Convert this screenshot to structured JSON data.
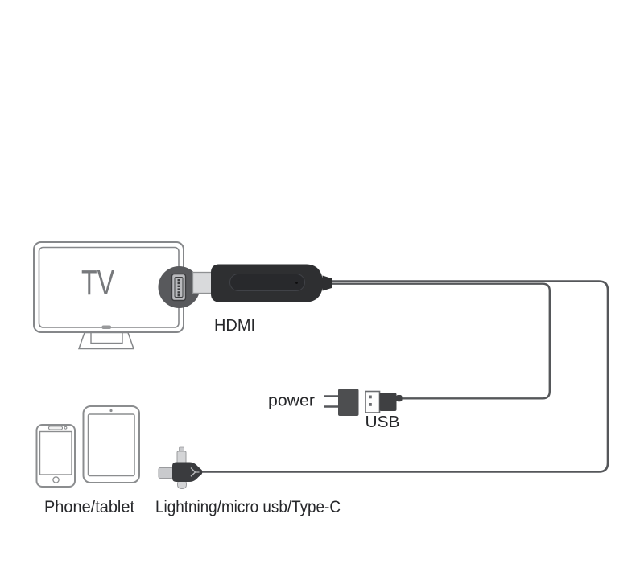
{
  "labels": {
    "tv": "TV",
    "hdmi": "HDMI",
    "power": "power",
    "usb": "USB",
    "devices": "Phone/tablet",
    "connector": "Lightning/micro usb/Type-C"
  },
  "icons": {
    "tv_icon": "television outline with stand",
    "magnifier_circle_icon": "zoom circle showing HDMI port",
    "hdmi_port_icon": "hdmi connector front view",
    "hdmi_dongle_icon": "black hdmi streaming dongle",
    "power_adapter_icon": "wall power adapter with prongs",
    "usb_plug_icon": "usb-a plug",
    "phone_icon": "smartphone outline",
    "tablet_icon": "tablet outline",
    "three_in_one_connector_icon": "lightning / micro usb / type-c 3-in-1 plug",
    "cable": "connection wires"
  },
  "colors": {
    "cable": "#55575a",
    "tv_outline": "#85878a",
    "device_outline": "#8b8d8f",
    "dongle_body": "#2e2f31",
    "magnifier_circle": "#58595c",
    "adapter_body": "#4d4e50",
    "usb_plug_body": "#3f4042",
    "connector_body": "#3a3b3e",
    "plug_light": "#d9dadc",
    "label_text": "#26272a",
    "tv_text": "#77797c"
  }
}
